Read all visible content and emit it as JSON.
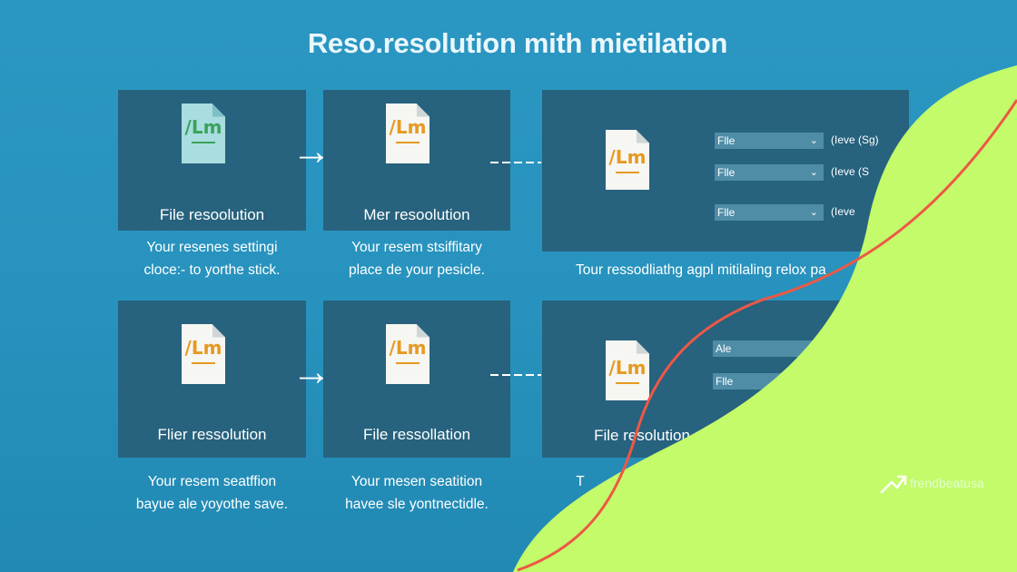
{
  "title": "Reso.resolution mith mietilation",
  "row1": {
    "card1": {
      "glyph": "/Lm",
      "label": "File resoolution",
      "caption_l1": "Your resenes settingi",
      "caption_l2": "cloce:- to yorthe stick."
    },
    "card2": {
      "glyph": "/Lm",
      "label": "Mer resoolution",
      "caption_l1": "Your resem stsiffitary",
      "caption_l2": "place de your pesicle."
    },
    "panel": {
      "selects": [
        {
          "value": "Flle",
          "note": "(Ieve (Sg)"
        },
        {
          "value": "Flle",
          "note": "(Ieve (S"
        },
        {
          "value": "Flle",
          "note": "(Ieve"
        }
      ],
      "caption": "Tour ressodliathg agpl mitilaling relox pa"
    }
  },
  "row2": {
    "card1": {
      "glyph": "/Lm",
      "label": "Flier ressolution",
      "caption_l1": "Your resem seatffion",
      "caption_l2": "bayue ale yoyothe save."
    },
    "card2": {
      "glyph": "/Lm",
      "label": "File ressollation",
      "caption_l1": "Your mesen seatition",
      "caption_l2": "havee sle yontnectidle."
    },
    "panel": {
      "glyph": "/Lm",
      "label": "File resolution",
      "selects": [
        {
          "value": "Ale"
        },
        {
          "value": "Flle"
        }
      ],
      "caption_fragment": "T"
    }
  },
  "brand": {
    "name": "frendbeatusa"
  },
  "colors": {
    "background": "#2792bd",
    "card": "#27627e",
    "accent_green": "#c3fb6a",
    "curve_red": "#ee5845",
    "icon_orange": "#e59a22"
  },
  "icons": [
    "document-icon",
    "arrow-right-icon",
    "dashed-connector",
    "chevron-down-icon",
    "trend-arrow-icon"
  ]
}
